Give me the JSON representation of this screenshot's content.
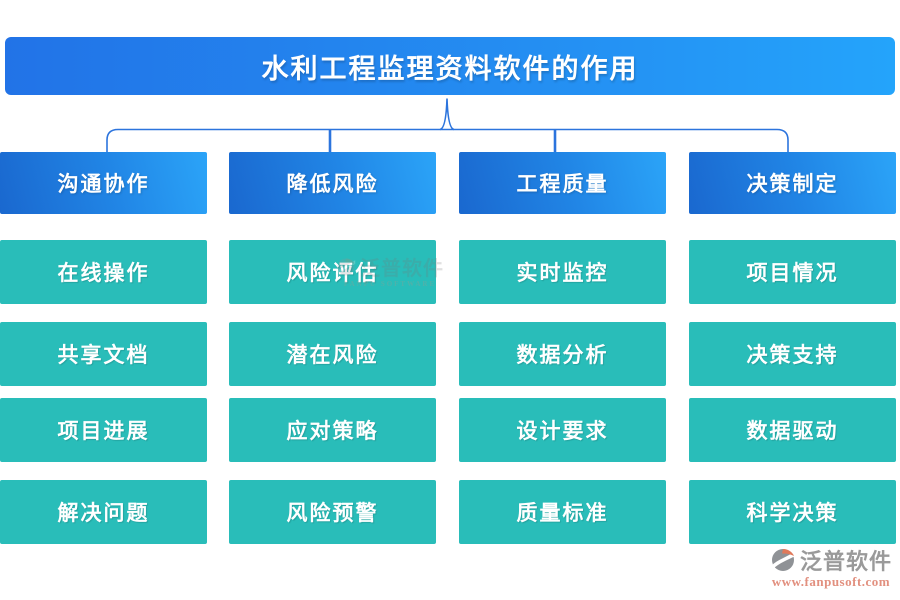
{
  "title": "水利工程监理资料软件的作用",
  "columns": [
    {
      "header": "沟通协作",
      "items": [
        "在线操作",
        "共享文档",
        "项目进展",
        "解决问题"
      ]
    },
    {
      "header": "降低风险",
      "items": [
        "风险评估",
        "潜在风险",
        "应对策略",
        "风险预警"
      ]
    },
    {
      "header": "工程质量",
      "items": [
        "实时监控",
        "数据分析",
        "设计要求",
        "质量标准"
      ]
    },
    {
      "header": "决策制定",
      "items": [
        "项目情况",
        "决策支持",
        "数据驱动",
        "科学决策"
      ]
    }
  ],
  "watermark": {
    "brand": "泛普软件",
    "url": "www.fanpusoft.com"
  },
  "center_watermark": {
    "brand": "泛普软件",
    "subtext": "FANPU SOFTWARE"
  },
  "colors": {
    "banner_gradient_start": "#2273e7",
    "banner_gradient_end": "#24a4fb",
    "header_gradient_start": "#1a68cf",
    "header_gradient_end": "#2ba4f8",
    "cell_teal": "#29bdb9",
    "connector_blue": "#2c74dd",
    "watermark_gray": "#9a9a9a",
    "watermark_salmon": "#e2907f"
  }
}
